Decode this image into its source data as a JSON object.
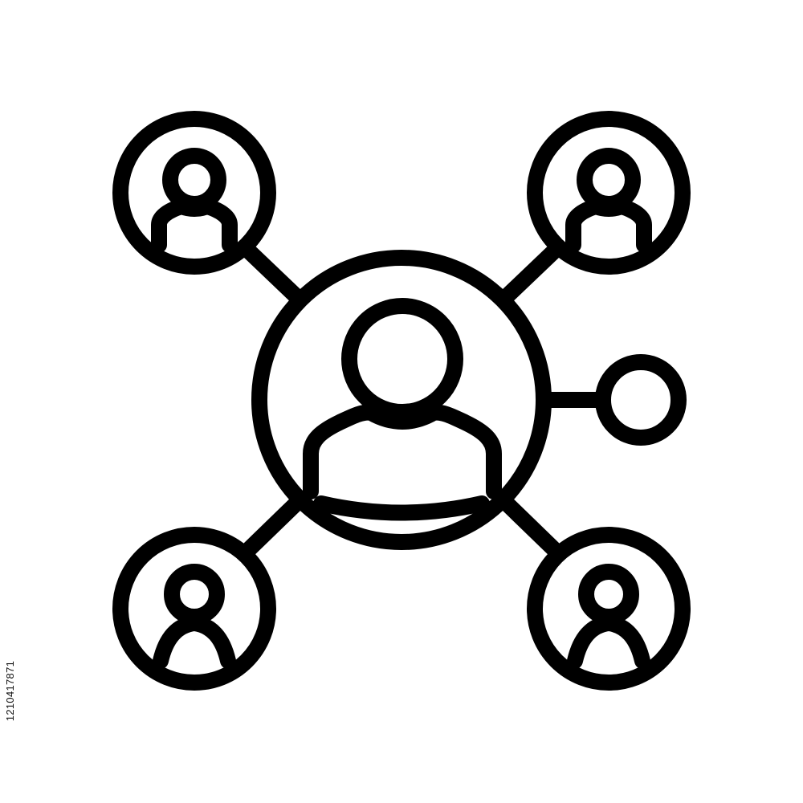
{
  "colors": {
    "background": "#ffffff",
    "stroke": "#000000",
    "id_text": "#111111"
  },
  "icon": {
    "name": "user-network-icon",
    "nodes": [
      {
        "name": "central-user-node",
        "depicts": "user-icon"
      },
      {
        "name": "top-left-user-node",
        "depicts": "user-icon"
      },
      {
        "name": "top-right-user-node",
        "depicts": "user-icon"
      },
      {
        "name": "bottom-left-user-node",
        "depicts": "user-icon"
      },
      {
        "name": "bottom-right-user-node",
        "depicts": "user-icon"
      },
      {
        "name": "right-empty-node",
        "depicts": "circle-icon"
      }
    ]
  },
  "stock_image": {
    "id_text": "1210417871"
  }
}
